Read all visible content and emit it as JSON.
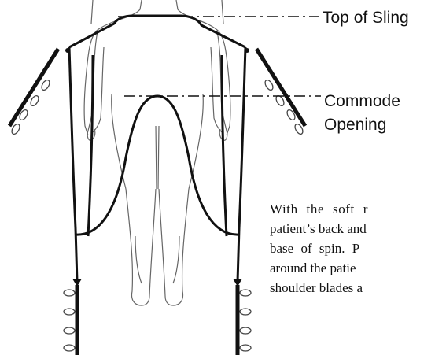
{
  "labels": {
    "top_of_sling": "Top of Sling",
    "commode_line1": "Commode",
    "commode_line2": "Opening"
  },
  "instructions": {
    "line1": "With the soft r",
    "line2": "patient’s back and",
    "line3": "base of spin.  P",
    "line4": "around the patie",
    "line5": "shoulder blades a"
  },
  "colors": {
    "line": "#111111",
    "outline": "#555555",
    "background": "#ffffff"
  }
}
